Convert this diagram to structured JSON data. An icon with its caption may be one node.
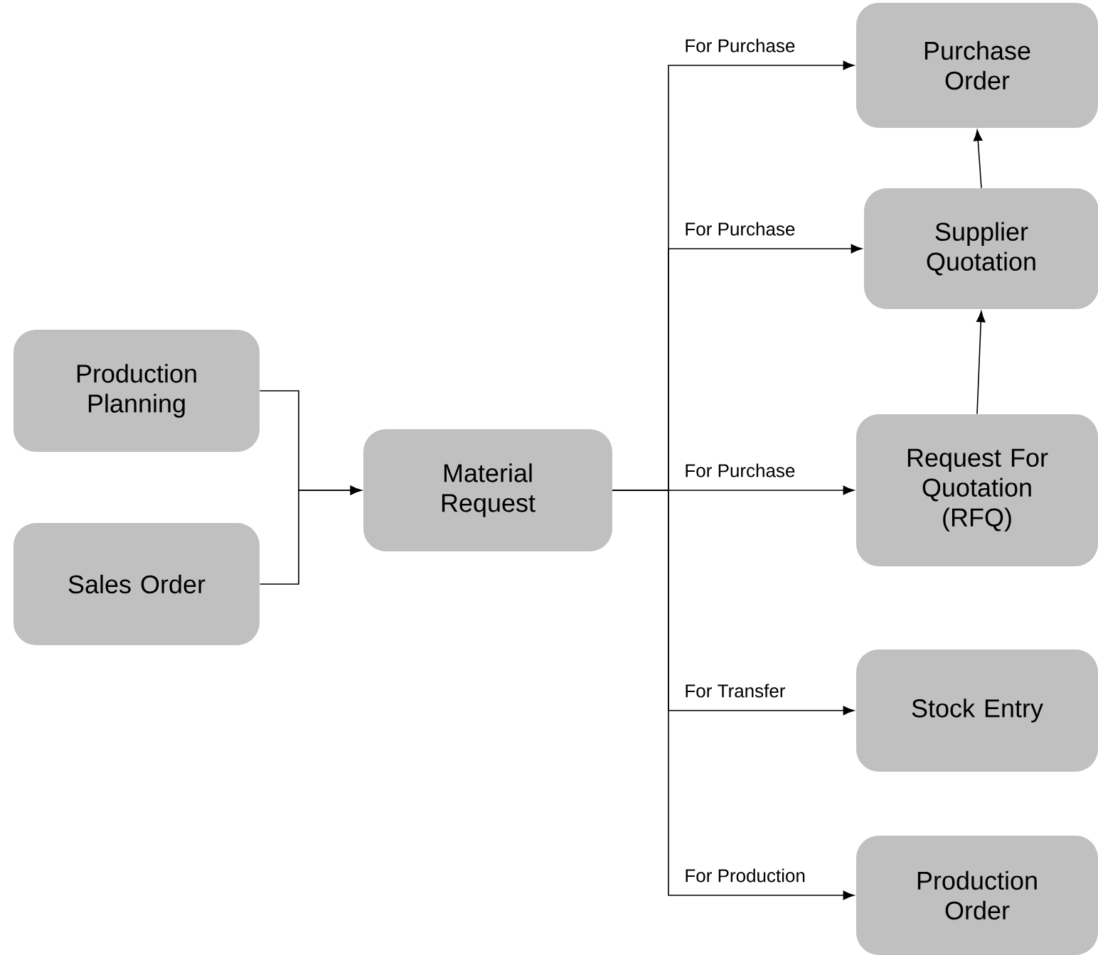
{
  "diagram": {
    "nodes": [
      {
        "text": [
          "Production Planning"
        ]
      },
      {
        "text": [
          "Sales Order"
        ]
      },
      {
        "text": [
          "Material Request"
        ]
      },
      {
        "text": [
          "Purchase Order"
        ]
      },
      {
        "text": [
          "Supplier Quotation"
        ]
      },
      {
        "text": [
          "Request For Quotation (RFQ)"
        ]
      },
      {
        "text": [
          "Stock Entry"
        ]
      },
      {
        "text": [
          "Production Order"
        ]
      }
    ],
    "edges": [
      {
        "from": 0,
        "to": 2,
        "arrow": "to"
      },
      {
        "from": 1,
        "to": 2,
        "arrow": "to"
      },
      {
        "from": 2,
        "to": 3,
        "arrow": "to",
        "label": "For Purchase"
      },
      {
        "from": 2,
        "to": 4,
        "arrow": "to",
        "label": "For Purchase"
      },
      {
        "from": 2,
        "to": 5,
        "arrow": "to",
        "label": "For Purchase"
      },
      {
        "from": 2,
        "to": 6,
        "arrow": "to",
        "label": "For Transfer"
      },
      {
        "from": 2,
        "to": 7,
        "arrow": "to",
        "label": "For Production"
      },
      {
        "from": 5,
        "to": 4,
        "arrow": "to"
      },
      {
        "from": 4,
        "to": 3,
        "arrow": "to"
      }
    ]
  }
}
